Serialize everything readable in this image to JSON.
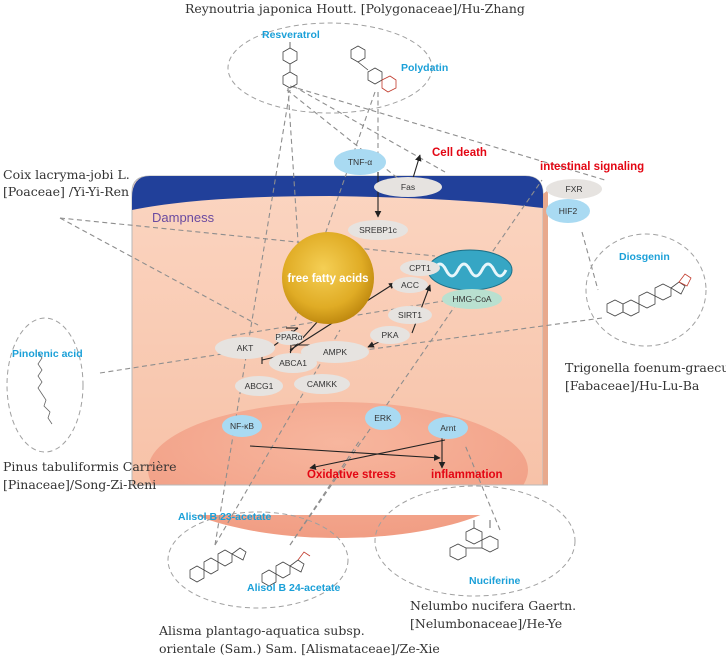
{
  "plants": {
    "reynoutria": "Reynoutria japonica Houtt. [Polygonaceae]/Hu-Zhang",
    "coix_1": "Coix lacryma-jobi L.",
    "coix_2": "[Poaceae] /Yi-Yi-Ren",
    "trigonella_1": "Trigonella foenum-graecum L.",
    "trigonella_2": "[Fabaceae]/Hu-Lu-Ba",
    "pinus_1": "Pinus tabuliformis Carrière",
    "pinus_2": "[Pinaceae]/Song-Zi-Reni",
    "nelumbo_1": "Nelumbo nucifera Gaertn.",
    "nelumbo_2": "[Nelumbonaceae]/He-Ye",
    "alisma_1": "Alisma plantago-aquatica subsp.",
    "alisma_2": "orientale (Sam.) Sam. [Alismataceae]/Ze-Xie"
  },
  "compounds": {
    "resveratrol": "Resveratrol",
    "polydatin": "Polydatin",
    "diosgenin": "Diosgenin",
    "pinolenic_acid": "Pinolenic acid",
    "alisol_23": "Alisol B 23-acetate",
    "alisol_24": "Alisol B 24-acetate",
    "nuciferine": "Nuciferine"
  },
  "nodes": {
    "tnf": "TNF-α",
    "fas": "Fas",
    "srebp1c": "SREBP1c",
    "fxr": "FXR",
    "hif2": "HIF2",
    "cpt1": "CPT1",
    "acc": "ACC",
    "hmgcoa": "HMG-CoA",
    "sirt1": "SIRT1",
    "pka": "PKA",
    "akt": "AKT",
    "pparalpha": "PPARα",
    "abca1": "ABCA1",
    "ampk": "AMPK",
    "abcg1": "ABCG1",
    "camkk": "CAMKK",
    "nfkb": "NF-κB",
    "erk": "ERK",
    "arnt": "Arnt"
  },
  "effects": {
    "cell_death": "Cell death",
    "intestinal_signaling": "intestinal signaling",
    "oxidative_stress": "Oxidative stress",
    "inflammation": "inflammation"
  },
  "labels": {
    "dampness": "Dampness",
    "free_fatty_acids": "free fatty acids"
  },
  "colors": {
    "cell_top": "#21409a",
    "cell_body": "#f8c6ad",
    "nucleus": "#f2a990",
    "gold": "#e0ac25",
    "blue_node": "#a9daf2",
    "grey_node": "#e6e3e0",
    "red_text": "#e30613",
    "compound_blue": "#1ba0d8"
  }
}
